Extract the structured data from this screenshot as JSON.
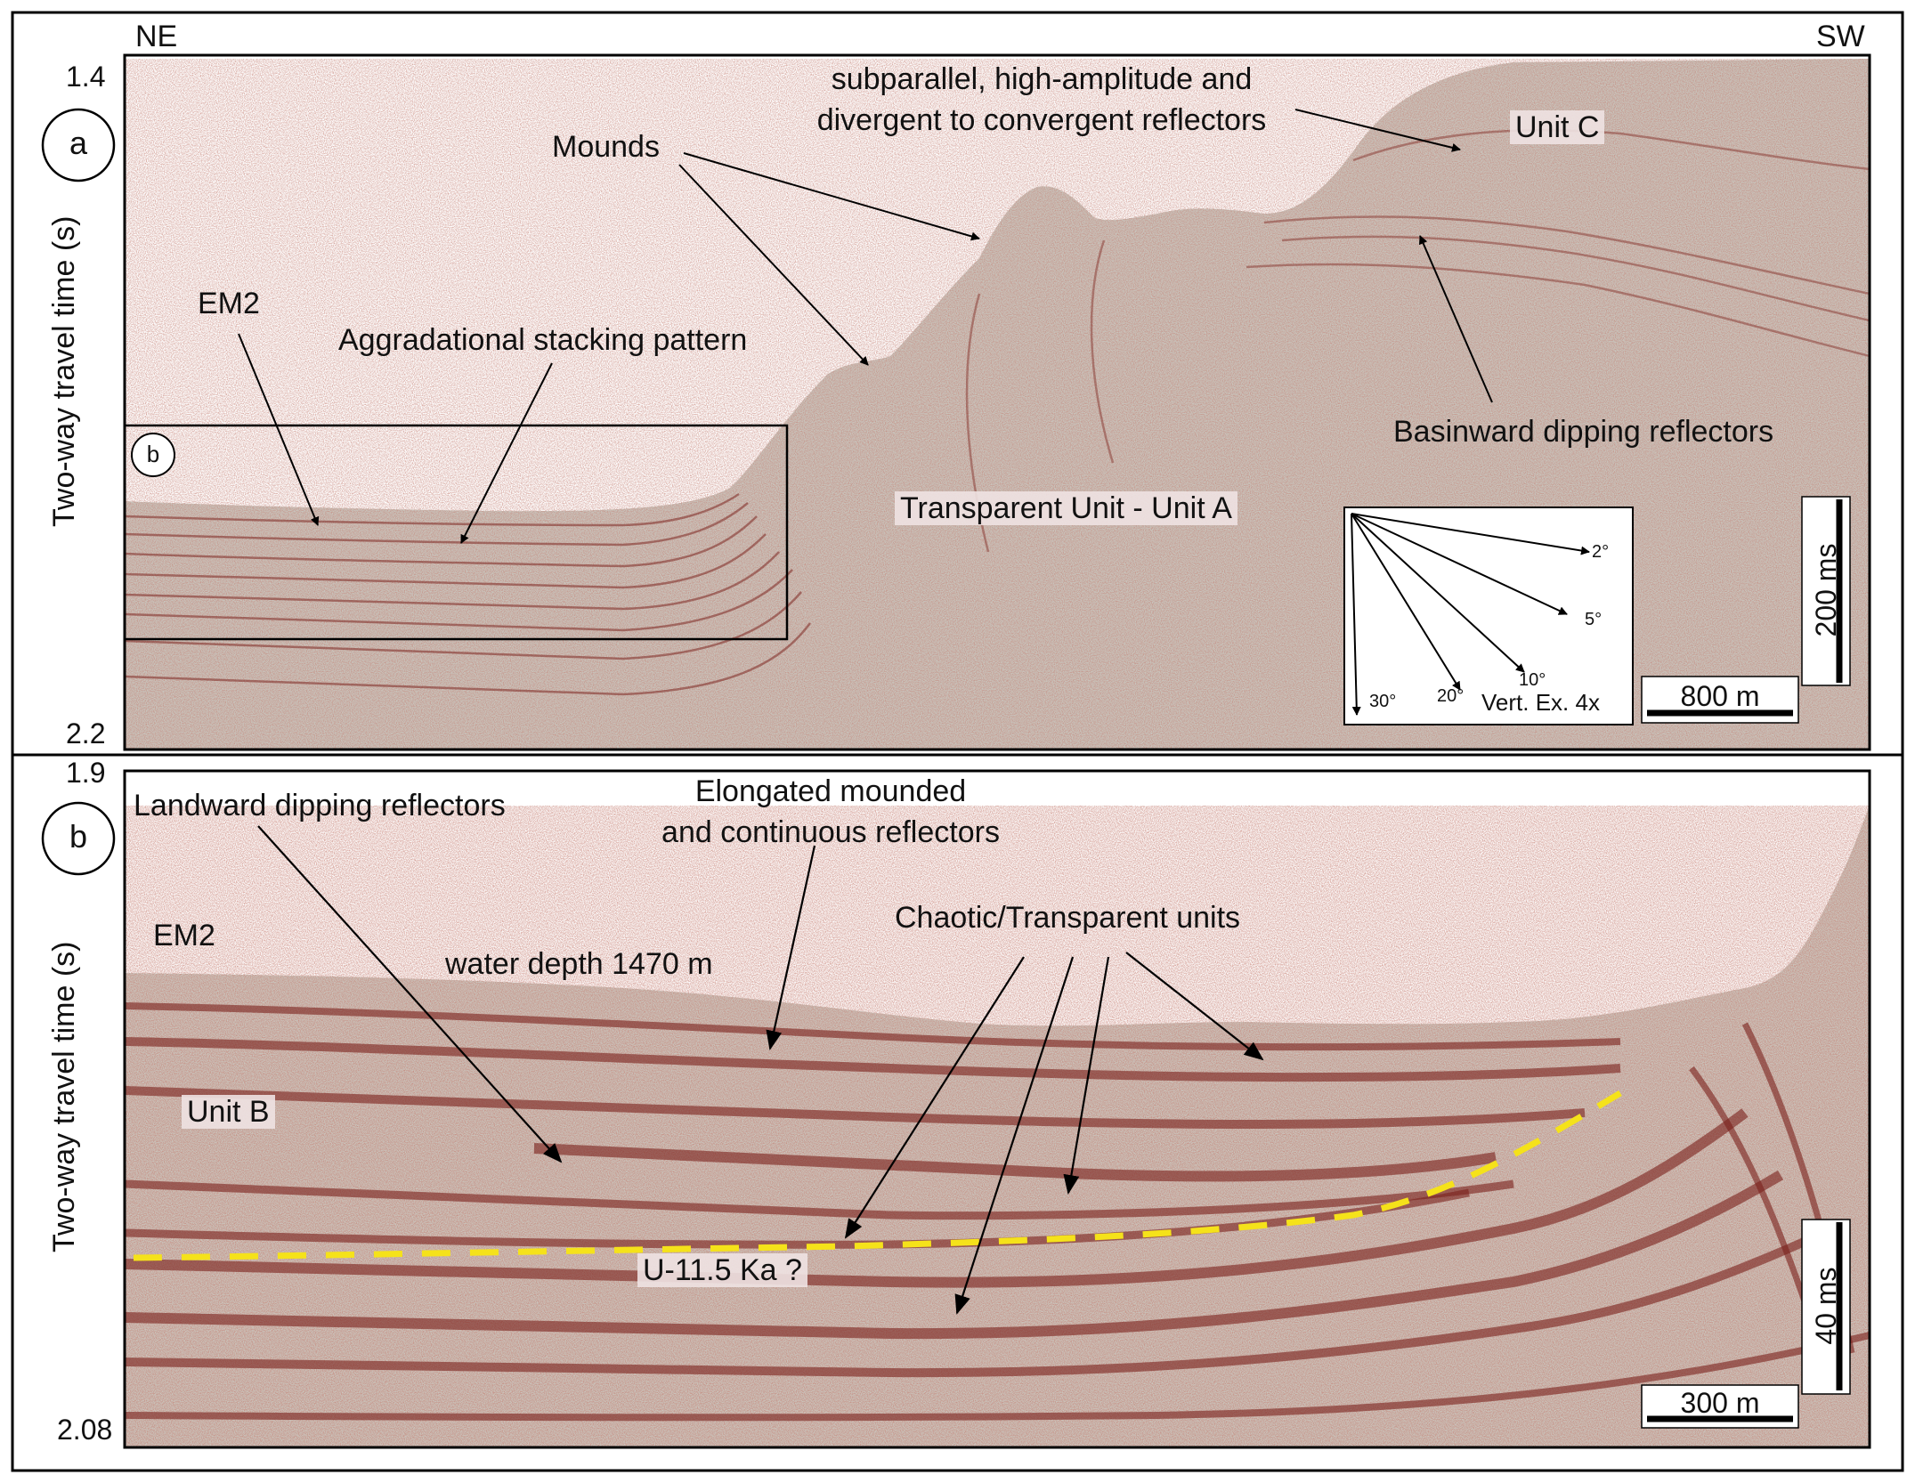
{
  "header": {
    "left": "NE",
    "right": "SW"
  },
  "panel_a": {
    "letter": "a",
    "inset_letter": "b",
    "axis_label": "Two-way travel time (s)",
    "tick_top": "1.4",
    "tick_bottom": "2.2",
    "labels": {
      "em2": "EM2",
      "aggradational": "Aggradational stacking pattern",
      "mounds": "Mounds",
      "subparallel_1": "subparallel, high-amplitude and",
      "subparallel_2": "divergent to convergent reflectors",
      "unit_c": "Unit C",
      "basinward": "Basinward dipping reflectors",
      "transparent": "Transparent Unit - Unit A"
    },
    "scale_vertical": "200 ms",
    "scale_horizontal": "800 m",
    "angle_legend": {
      "angles": [
        "2°",
        "5°",
        "10°",
        "20°",
        "30°"
      ],
      "caption": "Vert. Ex. 4x"
    }
  },
  "panel_b": {
    "letter": "b",
    "axis_label": "Two-way travel time (s)",
    "tick_top": "1.9",
    "tick_bottom": "2.08",
    "labels": {
      "landward": "Landward dipping reflectors",
      "elongated_1": "Elongated mounded",
      "elongated_2": "and continuous reflectors",
      "chaotic": "Chaotic/Transparent units",
      "em2": "EM2",
      "water_depth": "water depth 1470 m",
      "unit_b": "Unit B",
      "u115": "U-11.5 Ka ?"
    },
    "scale_vertical": "40 ms",
    "scale_horizontal": "300 m"
  },
  "colors": {
    "seismic_background": "#c9c4bc",
    "reflector": "#8a2a22",
    "horizon": "#f5e21a",
    "frame": "#000000"
  }
}
